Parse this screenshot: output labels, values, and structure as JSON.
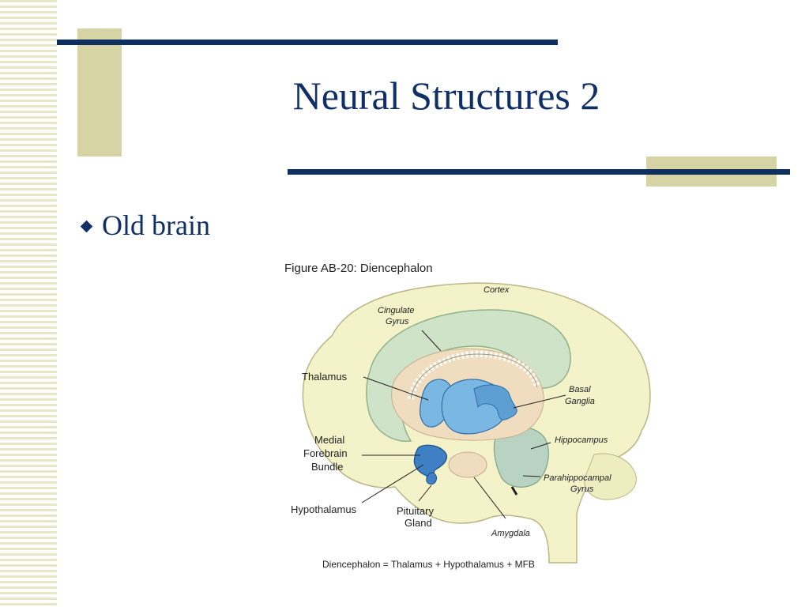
{
  "slide": {
    "title": "Neural Structures 2",
    "bullets": [
      "Old brain"
    ]
  },
  "figure": {
    "title": "Figure AB-20: Diencephalon",
    "labels": {
      "cortex": "Cortex",
      "cingulate_1": "Cingulate",
      "cingulate_2": "Gyrus",
      "thalamus": "Thalamus",
      "basal_1": "Basal",
      "basal_2": "Ganglia",
      "medial_1": "Medial",
      "medial_2": "Forebrain",
      "medial_3": "Bundle",
      "hippocampus": "Hippocampus",
      "parahippo_1": "Parahippocampal",
      "parahippo_2": "Gyrus",
      "hypothalamus": "Hypothalamus",
      "pituitary_1": "Pituitary",
      "pituitary_2": "Gland",
      "amygdala": "Amygdala"
    },
    "caption": "Diencephalon = Thalamus + Hypothalamus + MFB"
  },
  "colors": {
    "accent_navy": "#0f2f5e",
    "accent_khaki": "#d6d3a5",
    "stripe": "#e7e6c6",
    "brain_outer": "#f3f2c9",
    "limbic_green": "#cfe3c8",
    "thalamus_blue": "#7ab8e3",
    "hypothalamus_blue": "#3f7fc4",
    "tan": "#f0ddc0"
  }
}
